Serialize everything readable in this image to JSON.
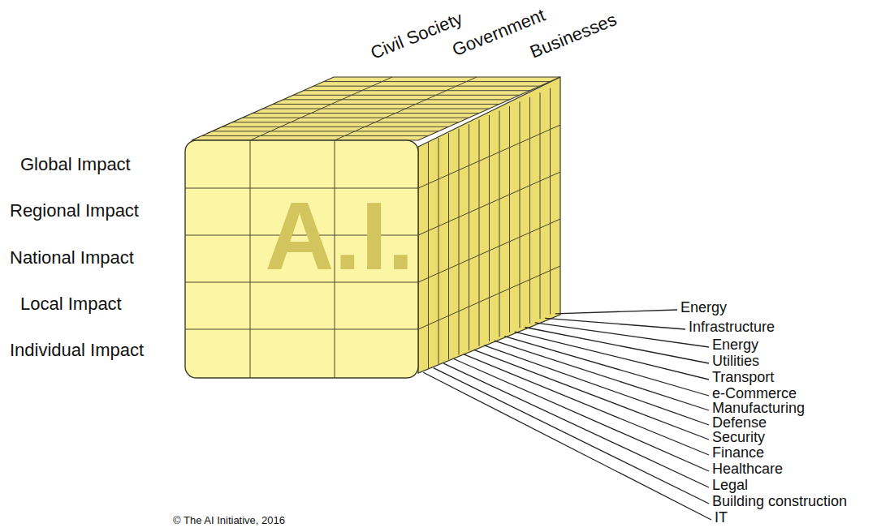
{
  "diagram": {
    "labels": [
      "Civil Society",
      "Government",
      "Businesses",
      "Global Impact",
      "Regional Impact",
      "National Impact",
      "Local Impact",
      "Individual Impact",
      "A.I.",
      "Energy",
      "Infrastructure",
      "Energy",
      "Utilities",
      "Transport",
      "e-Commerce",
      "Manufacturing",
      "Defense",
      "Security",
      "Finance",
      "Healthcare",
      "Legal",
      "Building construction",
      "IT",
      "© The AI Initiative, 2016"
    ]
  }
}
